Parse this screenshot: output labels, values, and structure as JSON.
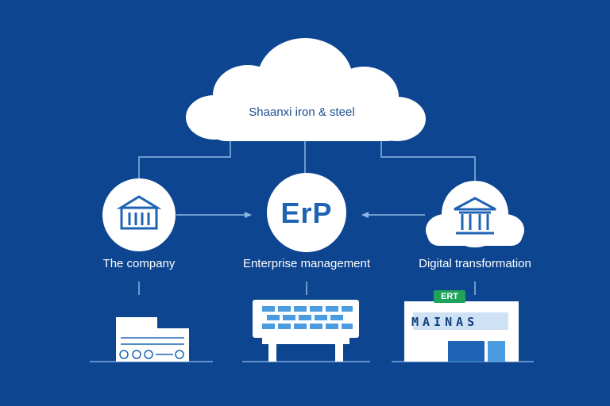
{
  "diagram": {
    "cloud": {
      "label": "Shaanxi iron & steel"
    },
    "nodes": [
      {
        "id": "company",
        "label": "The company",
        "icon": "building-icon"
      },
      {
        "id": "erp",
        "label": "Enterprise management",
        "logo_text": "ErP"
      },
      {
        "id": "digital",
        "label": "Digital transformation",
        "icon": "bank-icon"
      }
    ],
    "bottom": {
      "screen_title": "MAINAS",
      "badge": "ERT"
    },
    "colors": {
      "background": "#0d4590",
      "white": "#ffffff",
      "accent_blue": "#1f63b5",
      "light_blue": "#4a9be0",
      "badge_green": "#1fa35b"
    }
  }
}
